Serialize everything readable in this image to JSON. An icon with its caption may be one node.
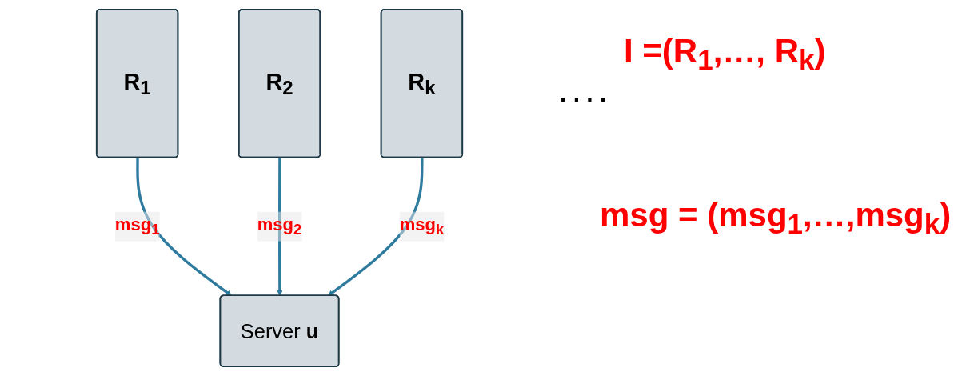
{
  "diagram": {
    "nodes": [
      {
        "text": [
          "R$_{1}$"
        ]
      },
      {
        "text": [
          "R$_{2}$"
        ]
      },
      {
        "text": [
          "R$_{k}$"
        ]
      },
      {
        "text": [
          "Server **u**"
        ]
      }
    ],
    "edges": [
      {
        "from": 0,
        "to": 3,
        "arrow": "to",
        "label": "msg$_{1}$"
      },
      {
        "from": 1,
        "to": 3,
        "arrow": "to",
        "label": "msg$_{2}$"
      },
      {
        "from": 2,
        "to": 3,
        "arrow": "to",
        "label": "msg$_{k}$"
      }
    ],
    "labels": [
      ". . . .",
      "I =(R$_{1}$,…, R$_{k}$)",
      "msg = (msg$_{1}$,…,msg$_{k}$)"
    ]
  }
}
